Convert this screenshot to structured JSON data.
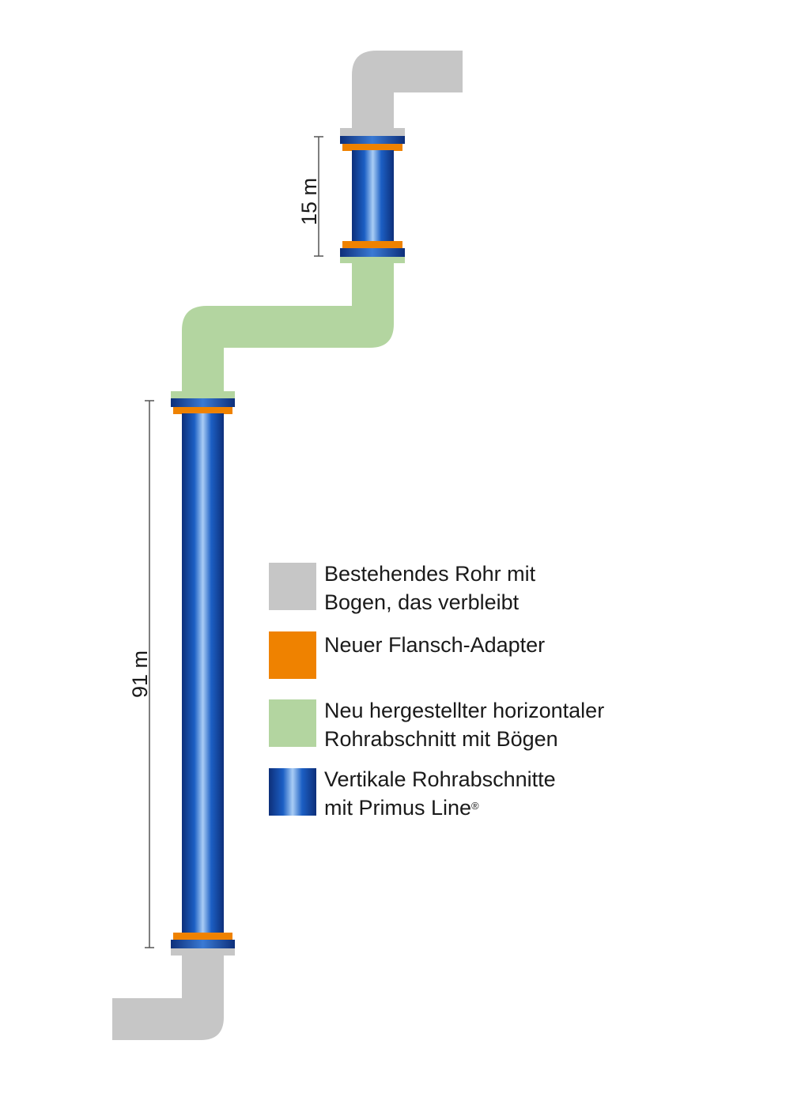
{
  "dimensions": {
    "upper_section": "15 m",
    "lower_section": "91 m"
  },
  "colors": {
    "existing_pipe": "#c6c6c6",
    "flange_adapter": "#ef8200",
    "new_horizontal_section": "#b3d5a0",
    "vertical_section_dark": "#0d2f7a",
    "vertical_section_mid": "#1c5fc4",
    "vertical_section_light": "#a9cdf5"
  },
  "legend": {
    "existing_pipe": {
      "line1": "Bestehendes Rohr mit",
      "line2": "Bogen, das verbleibt"
    },
    "flange_adapter": {
      "line1": "Neuer Flansch-Adapter"
    },
    "new_horizontal": {
      "line1": "Neu hergestellter horizontaler",
      "line2": "Rohrabschnitt mit Bögen"
    },
    "vertical": {
      "line1": "Vertikale Rohrabschnitte",
      "line2": "mit Primus Line",
      "trademark": "®"
    }
  }
}
